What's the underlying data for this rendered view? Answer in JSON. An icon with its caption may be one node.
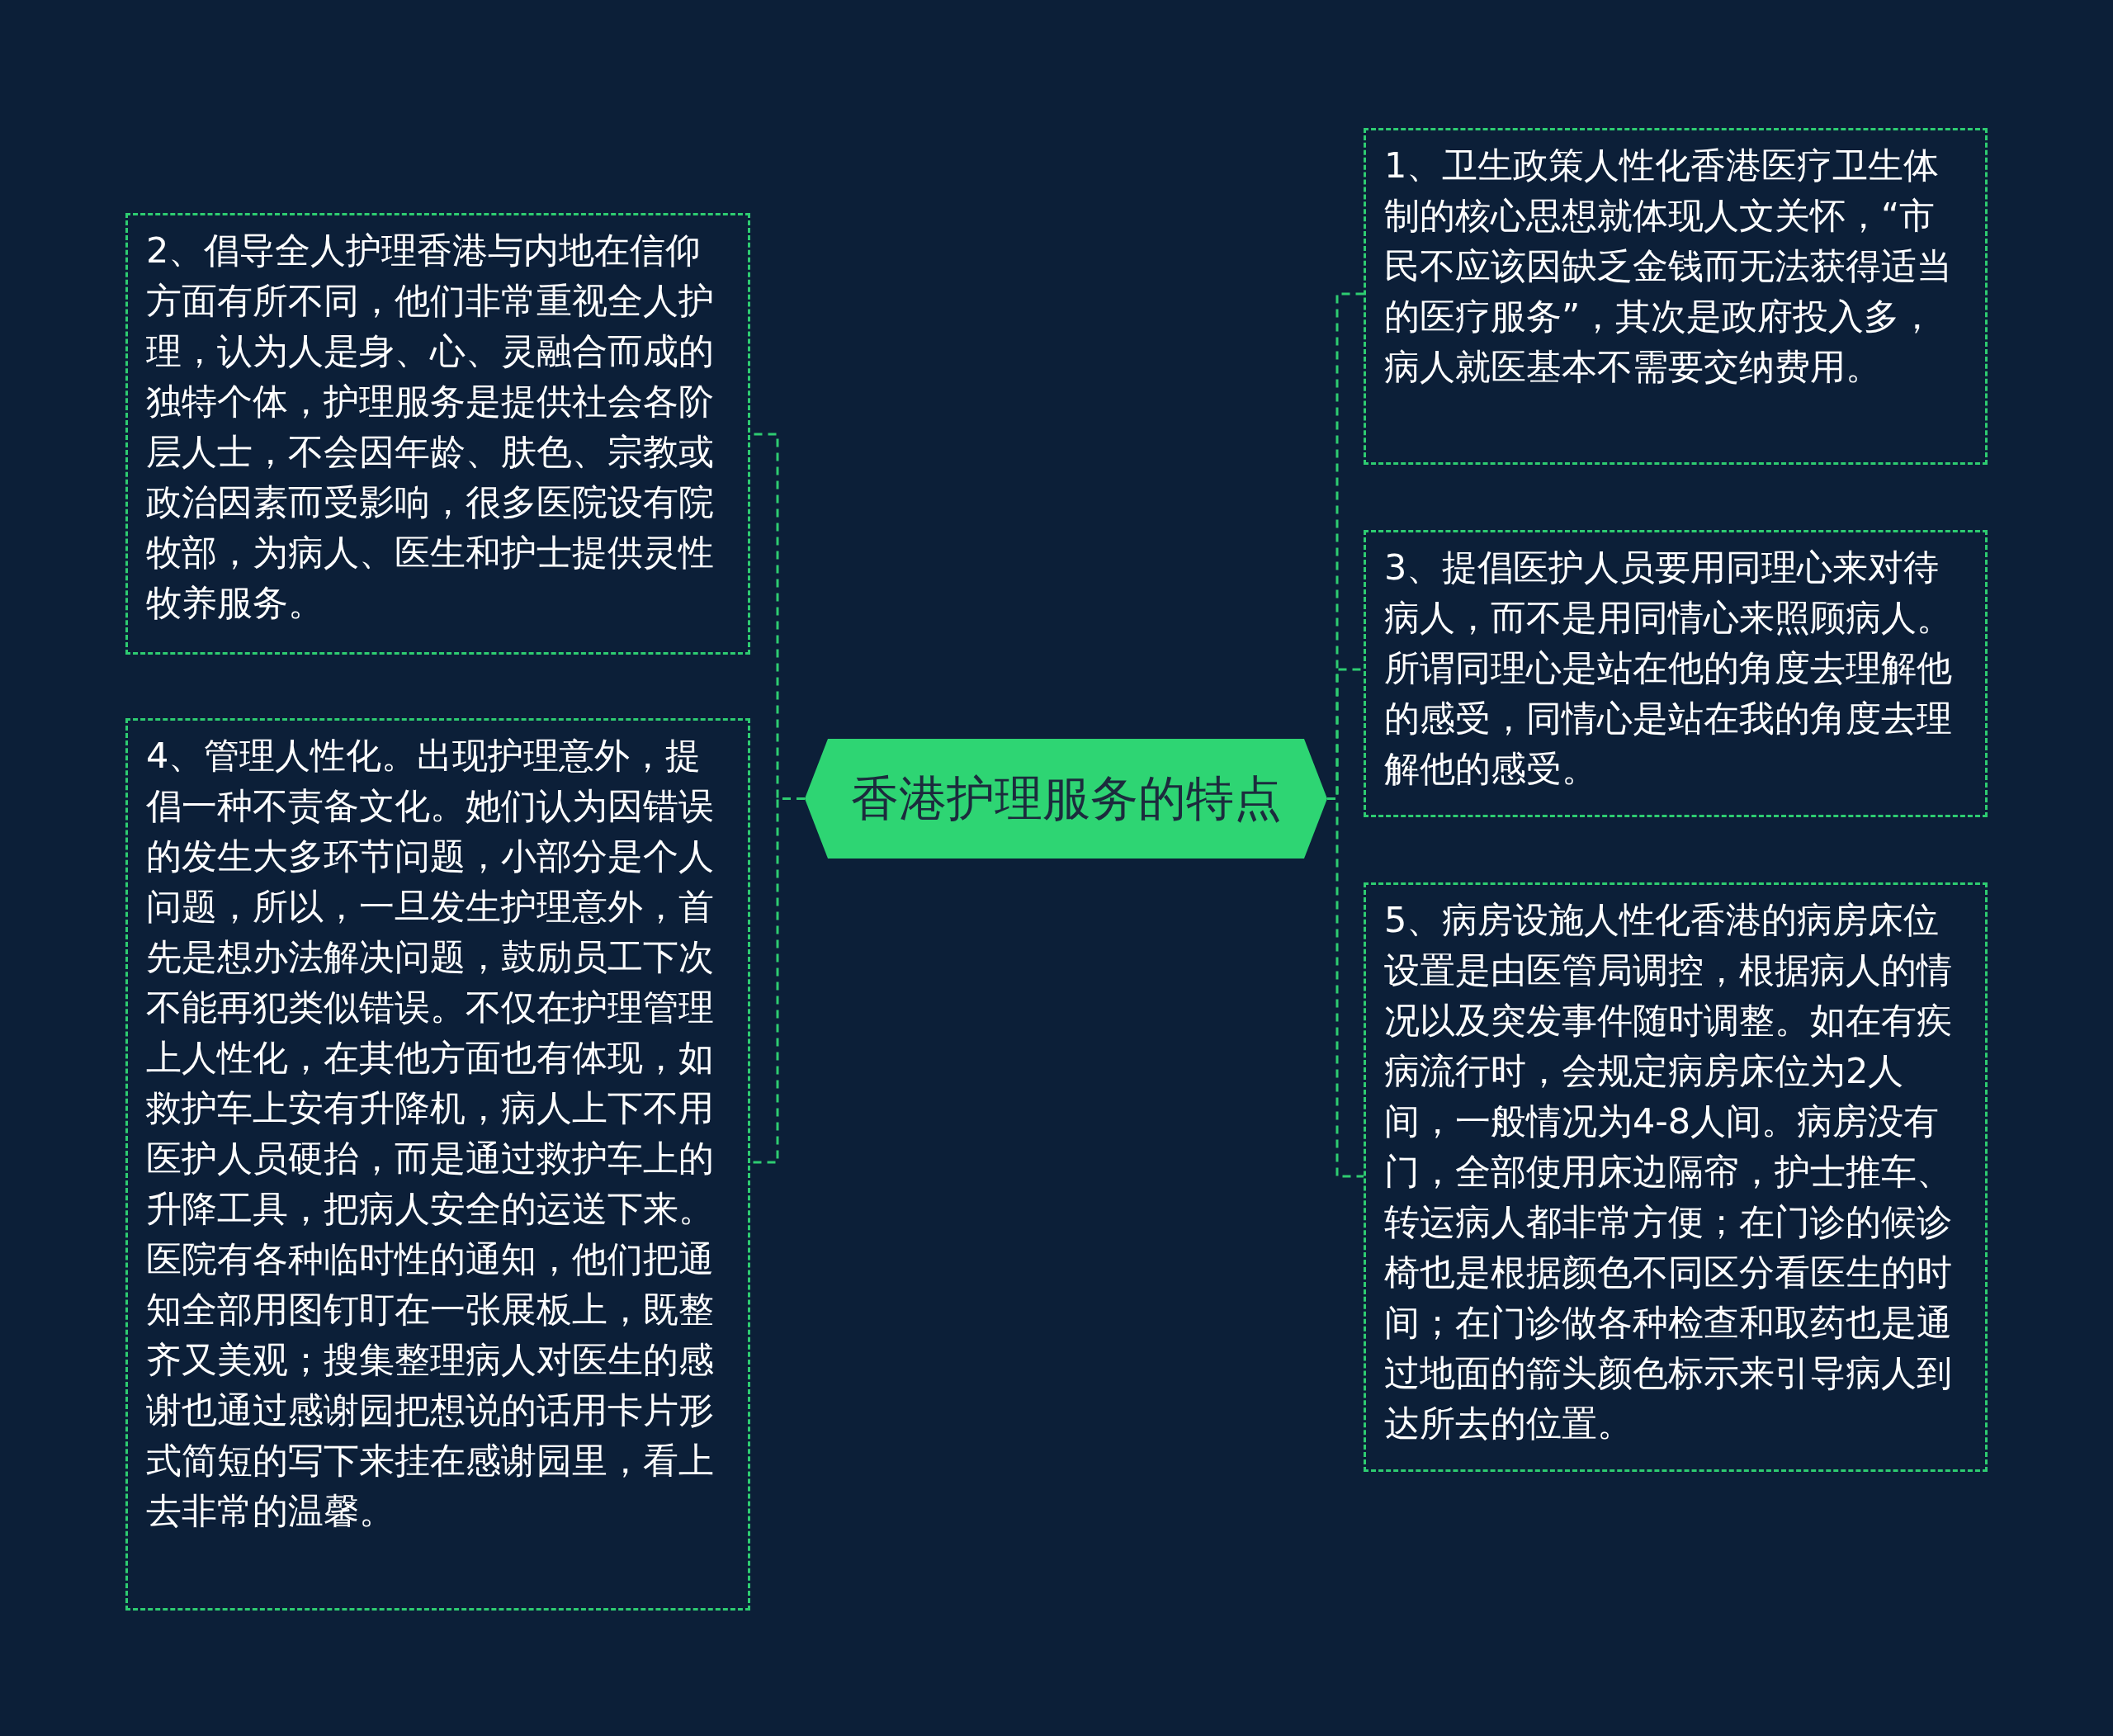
{
  "diagram": {
    "nodes": [
      {
        "text": [
          "香港护理服务的特点"
        ]
      },
      {
        "text": [
          "1、卫生政策人性化香港医疗卫生体制的核心思想就体现人文关怀，“市民不应该因缺乏金钱而无法获得适当的医疗服务”，其次是政府投入多，病人就医基本不需要交纳费用。"
        ]
      },
      {
        "text": [
          "2、倡导全人护理香港与内地在信仰方面有所不同，他们非常重视全人护理，认为人是身、心、灵融合而成的独特个体，护理服务是提供社会各阶层人士，不会因年龄、肤色、宗教或政治因素而受影响，很多医院设有院牧部，为病人、医生和护士提供灵性牧养服务。"
        ]
      },
      {
        "text": [
          "3、提倡医护人员要用同理心来对待病人，而不是用同情心来照顾病人。所谓同理心是站在他的角度去理解他的感受，同情心是站在我的角度去理解他的感受。"
        ]
      },
      {
        "text": [
          "4、管理人性化。出现护理意外，提倡一种不责备文化。她们认为因错误的发生大多环节问题，小部分是个人问题，所以，一旦发生护理意外，首先是想办法解决问题，鼓励员工下次不能再犯类似错误。不仅在护理管理上人性化，在其他方面也有体现，如救护车上安有升降机，病人上下不用医护人员硬抬，而是通过救护车上的升降工具，把病人安全的运送下来。医院有各种临时性的通知，他们把通知全部用图钉盯在一张展板上，既整齐又美观；搜集整理病人对医生的感谢也通过感谢园把想说的话用卡片形式简短的写下来挂在感谢园里，看上去非常的温馨。"
        ]
      },
      {
        "text": [
          "5、病房设施人性化香港的病房床位设置是由医管局调控，根据病人的情况以及突发事件随时调整。如在有疾病流行时，会规定病房床位为2人间，一般情况为4-8人间。病房没有门，全部使用床边隔帘，护士推车、转运病人都非常方便；在门诊的候诊椅也是根据颜色不同区分看医生的时间；在门诊做各种检查和取药也是通过地面的箭头颜色标示来引导病人到达所去的位置。"
        ]
      }
    ],
    "edges": [
      {
        "from": 0,
        "to": 1,
        "arrow": "none"
      },
      {
        "from": 0,
        "to": 2,
        "arrow": "none"
      },
      {
        "from": 0,
        "to": 3,
        "arrow": "none"
      },
      {
        "from": 0,
        "to": 4,
        "arrow": "none"
      },
      {
        "from": 0,
        "to": 5,
        "arrow": "none"
      }
    ]
  }
}
